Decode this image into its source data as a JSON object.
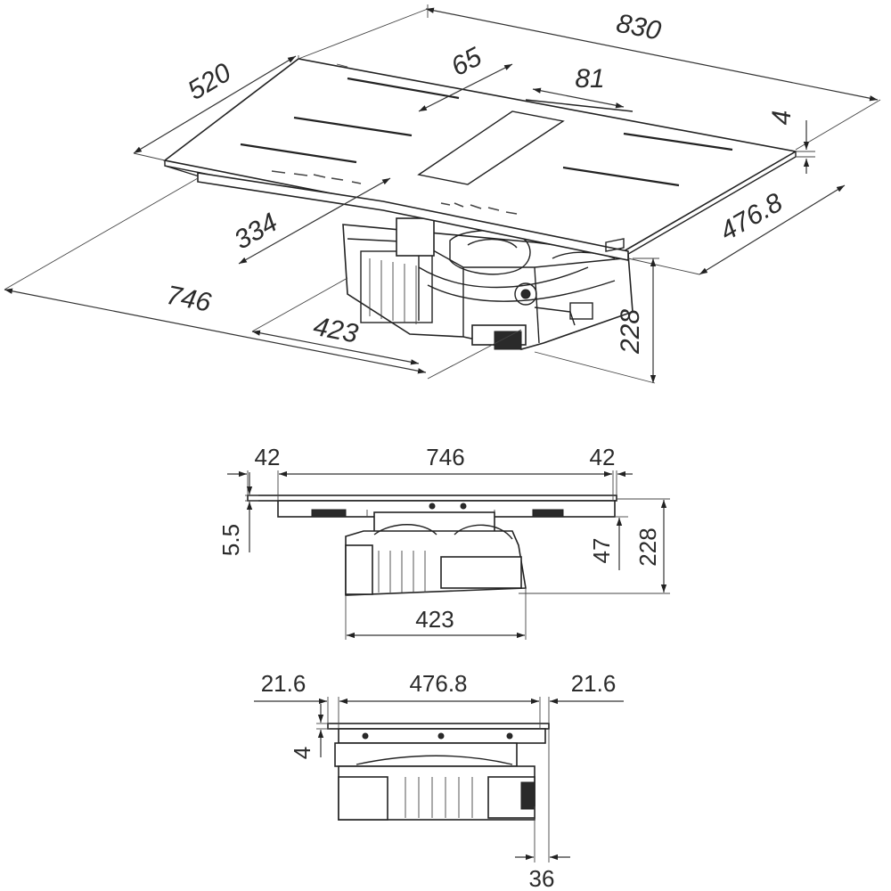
{
  "iso_view": {
    "dims": {
      "width": "830",
      "depth": "520",
      "bridge_gap": "65",
      "zone_gap": "81",
      "glass_thickness": "4",
      "cutout_depth": "476.8",
      "cutout_width": "746",
      "unit_offset": "334",
      "unit_width": "423",
      "height": "228"
    }
  },
  "front_view": {
    "dims": {
      "left_overhang": "42",
      "cutout_width": "746",
      "right_overhang": "42",
      "glass_edge": "5.5",
      "frame_height": "47",
      "total_height": "228",
      "unit_width": "423"
    }
  },
  "side_view": {
    "dims": {
      "left_overhang": "21.6",
      "cutout_depth": "476.8",
      "right_overhang": "21.6",
      "glass_thickness": "4",
      "rear_offset": "36"
    }
  }
}
